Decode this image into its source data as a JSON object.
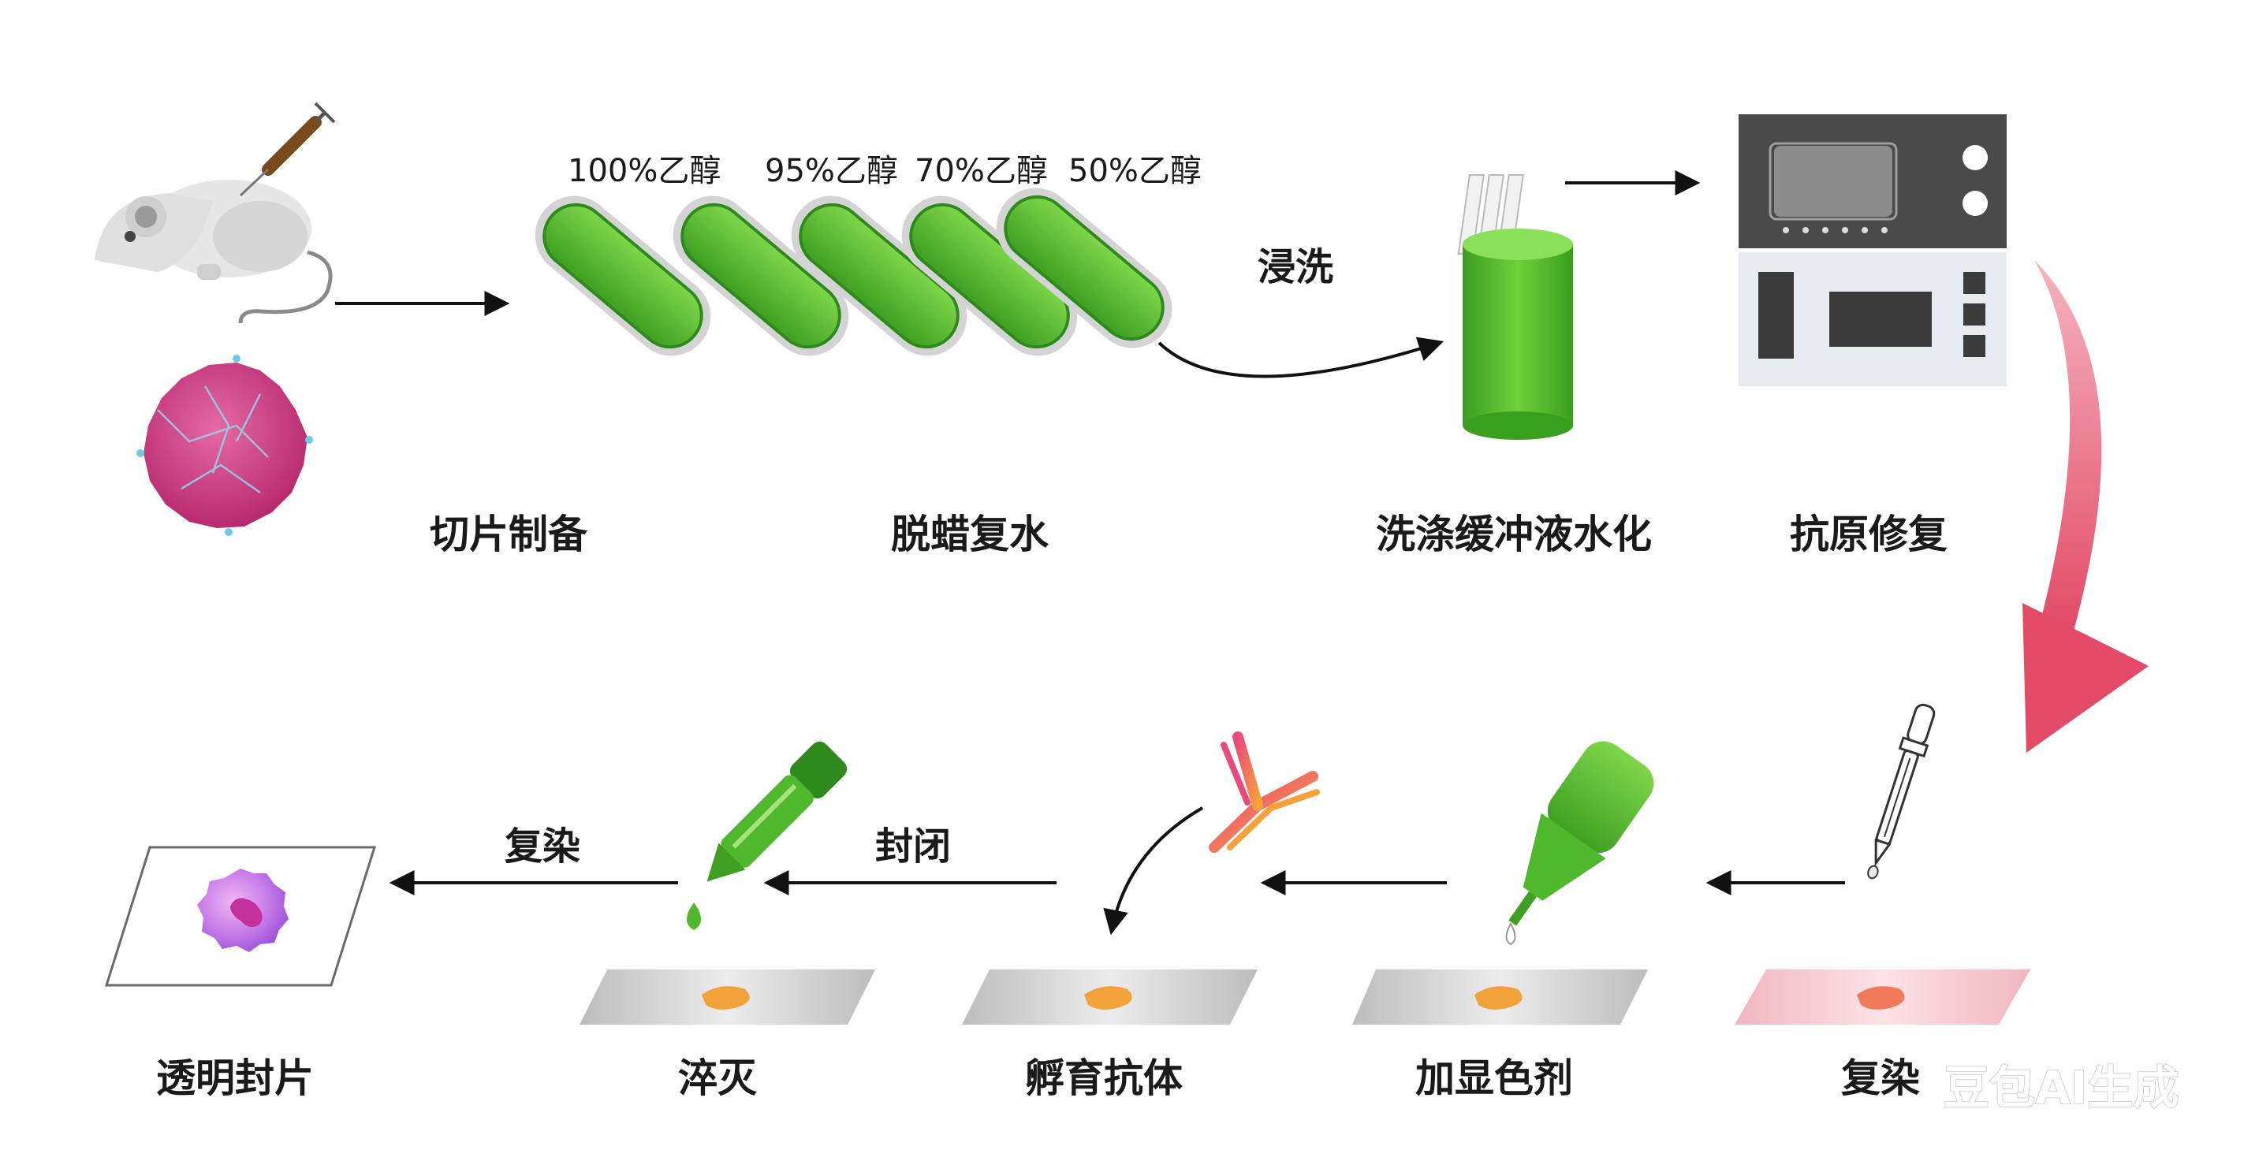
{
  "steps": {
    "s1": "切片制备",
    "s2": "脱蜡复水",
    "s3": "洗涤缓冲液水化",
    "s4": "抗原修复",
    "s5": "复染",
    "s6": "加显色剂",
    "s7": "孵育抗体",
    "s8": "淬灭",
    "s9": "透明封片"
  },
  "ethanol": [
    "100%乙醇",
    "95%乙醇",
    "70%乙醇",
    "50%乙醇"
  ],
  "arrow_labels": {
    "soak_wash": "浸洗",
    "block": "封闭",
    "counterstain": "复染"
  },
  "watermark": "豆包AI生成",
  "colors": {
    "green": "#4fb82c",
    "green_dark": "#2e8a1c",
    "pink_arrow": "#e8566e",
    "tumor": "#c8357e",
    "cell_purple": "#a14fe0",
    "stain_orange": "#f2a23a"
  }
}
